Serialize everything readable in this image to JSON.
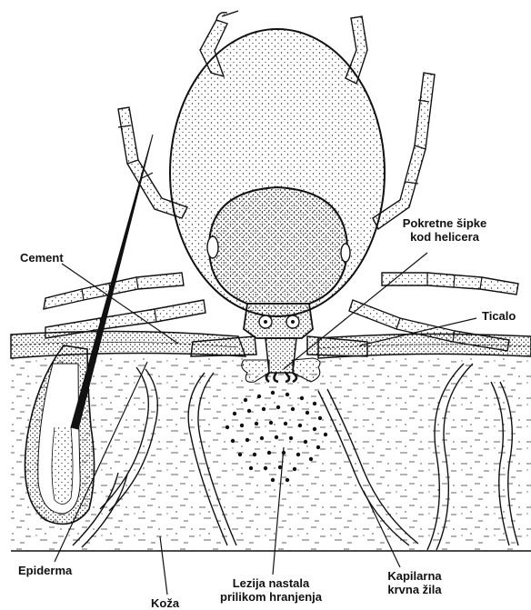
{
  "labels": {
    "cement": "Cement",
    "chelicerae_line1": "Pokretne šipke",
    "chelicerae_line2": "kod helicera",
    "palps": "Ticalo",
    "epidermis": "Epiderma",
    "skin": "Koža",
    "lesion_line1": "Lezija nastala",
    "lesion_line2": "prilikom hranjenja",
    "capillary_line1": "Kapilarna",
    "capillary_line2": "krvna žila"
  },
  "colors": {
    "ink": "#111111",
    "paper": "#ffffff"
  }
}
